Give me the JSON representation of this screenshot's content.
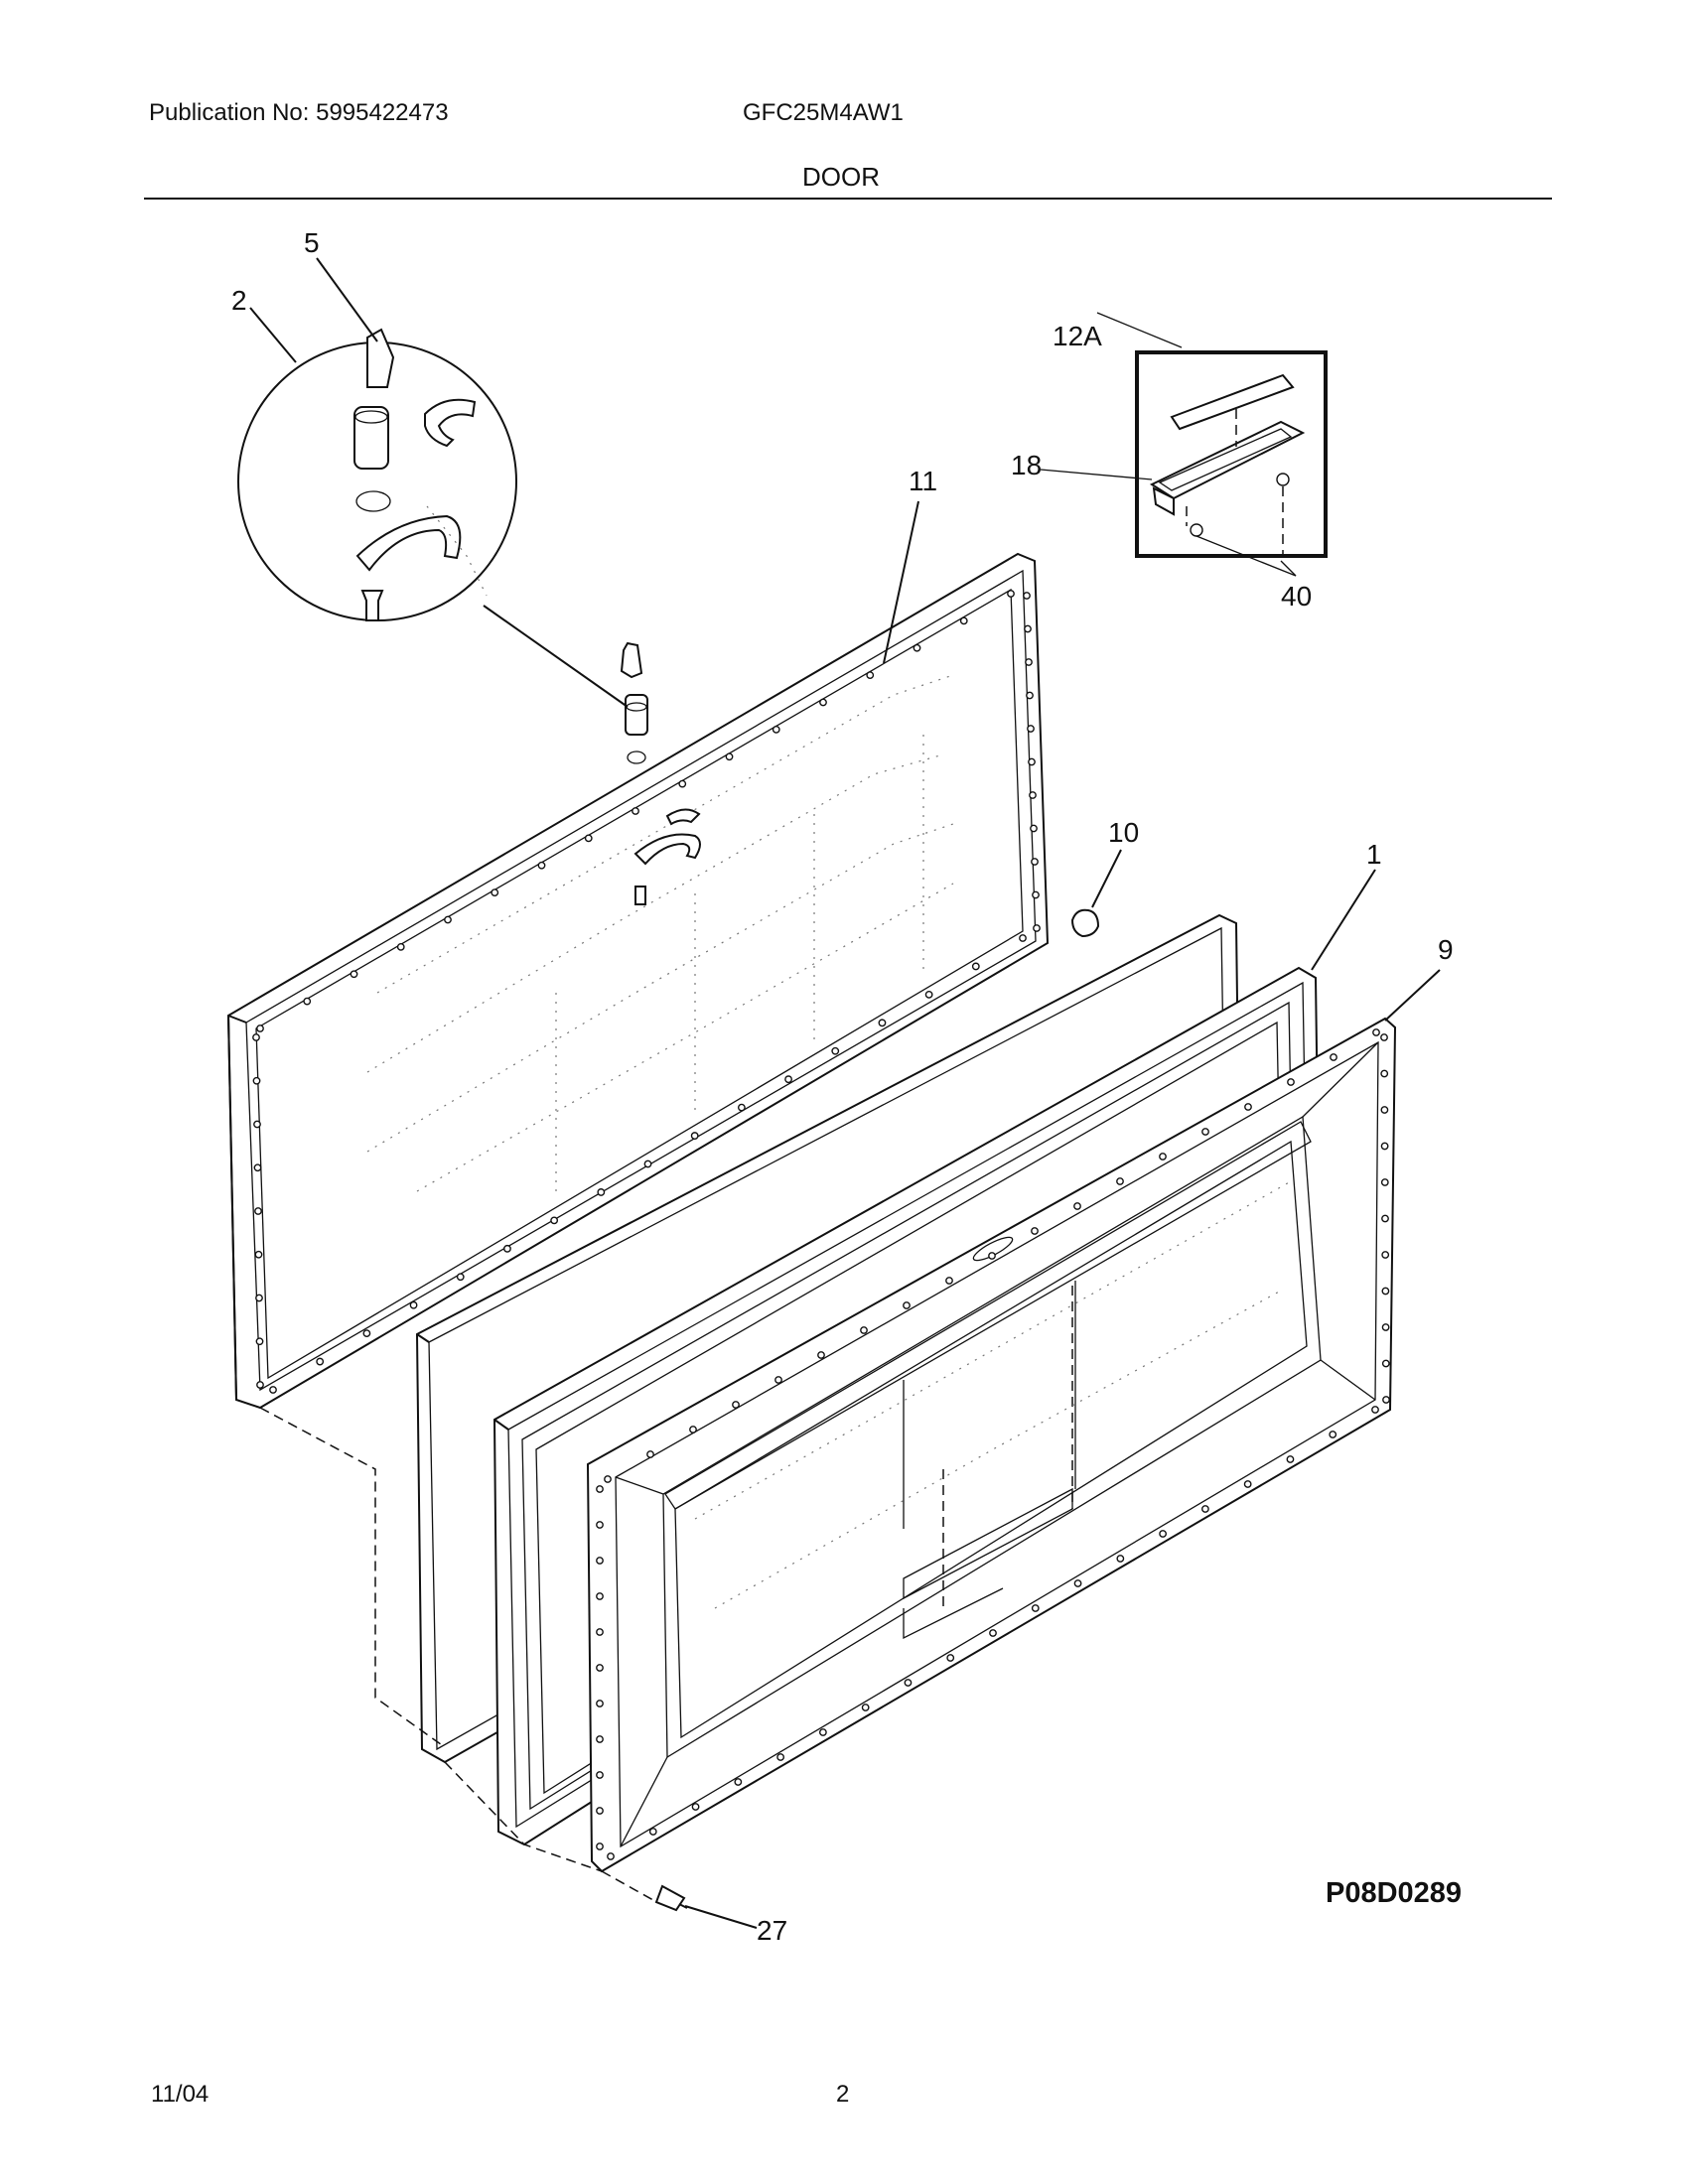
{
  "header": {
    "publication": "Publication No: 5995422473",
    "model": "GFC25M4AW1",
    "section": "DOOR"
  },
  "callouts": [
    "5",
    "2",
    "12A",
    "18",
    "11",
    "40",
    "10",
    "1",
    "9",
    "27"
  ],
  "figure_id": "P08D0289",
  "footer": {
    "date": "11/04",
    "page": "2"
  }
}
